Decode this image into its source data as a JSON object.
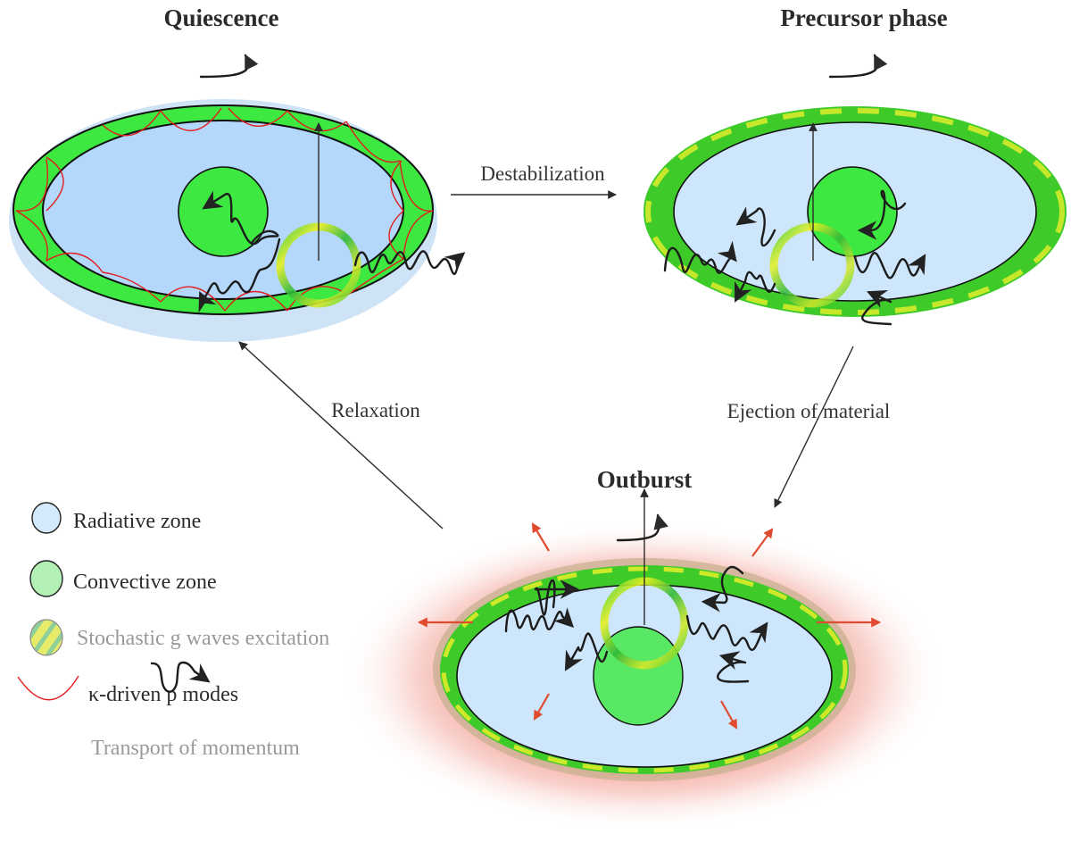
{
  "phases": {
    "quiescence": {
      "title": "Quiescence"
    },
    "precursor": {
      "title": "Precursor phase"
    },
    "outburst": {
      "title": "Outburst"
    }
  },
  "transitions": {
    "destabilization": "Destabilization",
    "ejection": "Ejection of material",
    "relaxation": "Relaxation"
  },
  "legend": [
    {
      "label": "Radiative zone",
      "icon": "radiative-zone-swatch"
    },
    {
      "label": "Convective zone",
      "icon": "convective-zone-swatch"
    },
    {
      "label": "Stochastic g waves excitation",
      "icon": "g-wave-excitation-swatch"
    },
    {
      "label": "κ-driven p modes",
      "icon": "p-mode-curve"
    },
    {
      "label": "Transport of momentum",
      "icon": "momentum-wave-arrow"
    }
  ],
  "colors": {
    "radiative": "#cde6fb",
    "radiative_quiescent": "#b3d8fb",
    "convective": "#3de840",
    "convective_legend": "#b3f0b5",
    "envelope_halo": "#cfe3f6",
    "p_modes": "#e31e1e",
    "ejection": "#e04a2e",
    "outburst_glow": "#f08a80"
  }
}
